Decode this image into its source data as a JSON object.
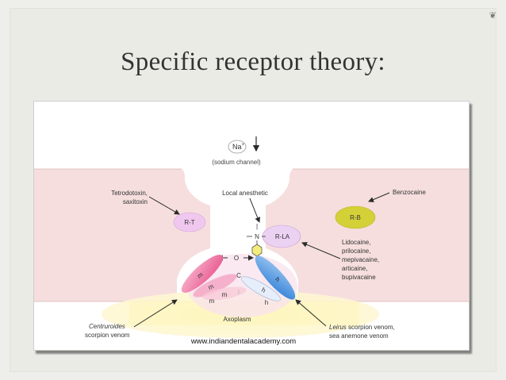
{
  "slide": {
    "title": "Specific receptor theory:",
    "corner_symbol": "❦"
  },
  "diagram": {
    "na_label": "Na",
    "na_superscript": "+",
    "sodium_channel": "(sodium channel)",
    "tetrodotoxin_line1": "Tetrodotoxin,",
    "tetrodotoxin_line2": "saxitoxin",
    "local_anesthetic": "Local anesthetic",
    "benzocaine": "Benzocaine",
    "receptor_rt": "R-T",
    "receptor_rb": "R-B",
    "receptor_rla": "R-LA",
    "bar_symbol": "|",
    "n_label": "N",
    "drugs": [
      "Lidocaine,",
      "prilocaine,",
      "mepivacaine,",
      "articaine,",
      "bupivacaine"
    ],
    "state_o": "O",
    "state_c": "C",
    "state_i": "I",
    "gate_m": "m",
    "gate_h": "h",
    "axoplasm": "Axoplasm",
    "centruroides_italic": "Centruroides",
    "centruroides_line2": "scorpion venom",
    "leirus_italic": "Leirus",
    "leirus_rest": " scorpion venom,",
    "leirus_line2": "sea anemone venom",
    "watermark": "www.indiandentalacademy.com"
  },
  "colors": {
    "membrane": "#f6dede",
    "channel_pink": "#f08ab4",
    "channel_blue": "#3d8ee0",
    "lipid_purple": "#e6c8f0",
    "rb_olive": "#d4d038",
    "axoplasm_yellow": "#fbf6a8",
    "arrow": "#2b2b2b"
  }
}
